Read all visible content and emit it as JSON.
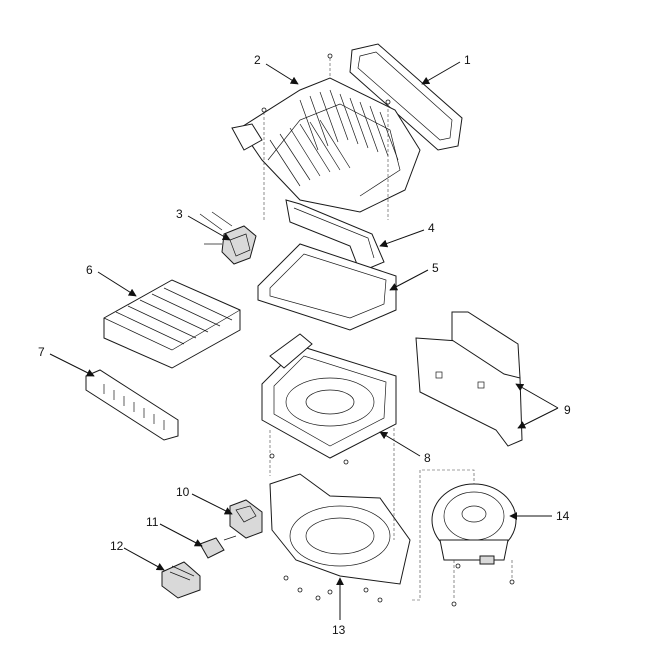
{
  "callouts": [
    {
      "id": "1",
      "text": "1"
    },
    {
      "id": "2",
      "text": "2"
    },
    {
      "id": "3",
      "text": "3"
    },
    {
      "id": "4",
      "text": "4"
    },
    {
      "id": "5",
      "text": "5"
    },
    {
      "id": "6",
      "text": "6"
    },
    {
      "id": "7",
      "text": "7"
    },
    {
      "id": "8",
      "text": "8"
    },
    {
      "id": "9",
      "text": "9"
    },
    {
      "id": "10",
      "text": "10"
    },
    {
      "id": "11",
      "text": "11"
    },
    {
      "id": "12",
      "text": "12"
    },
    {
      "id": "13",
      "text": "13"
    },
    {
      "id": "14",
      "text": "14"
    }
  ],
  "colors": {
    "line": "#1a1a1a",
    "background": "#ffffff",
    "shade": "#d9d9d9"
  }
}
